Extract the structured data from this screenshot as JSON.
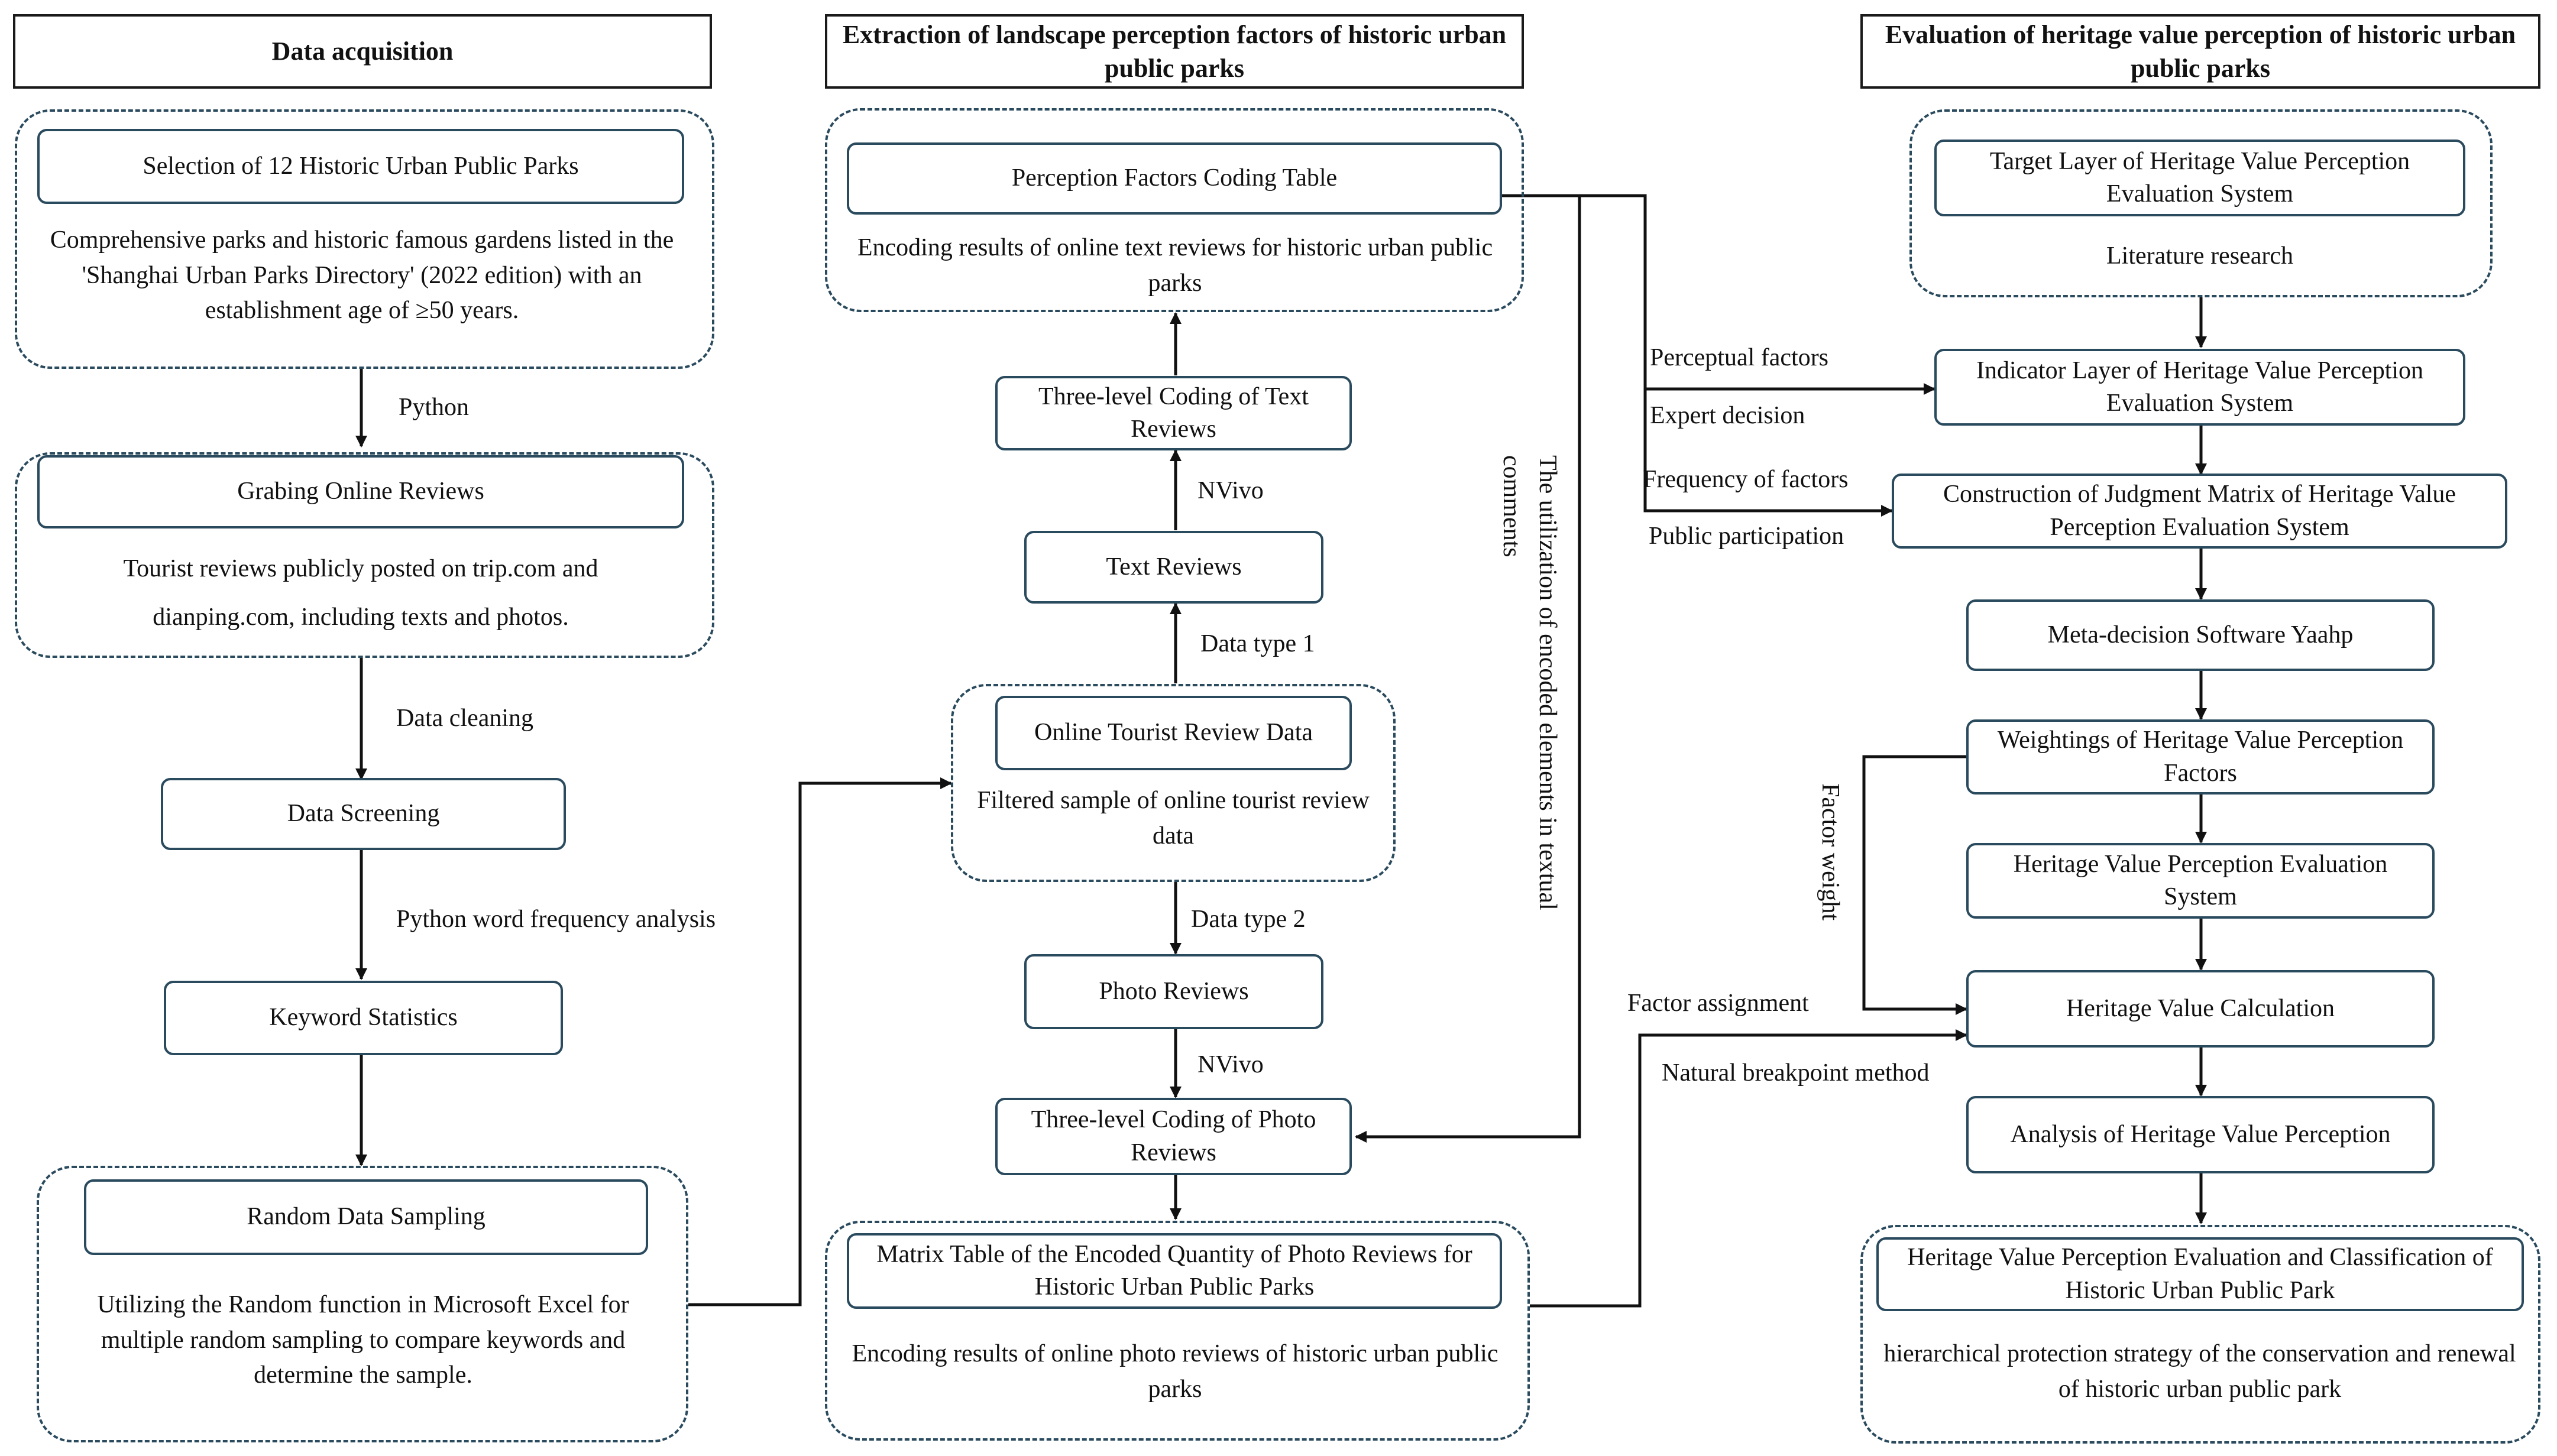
{
  "headers": {
    "col1": "Data acquisition",
    "col2": "Extraction of landscape perception factors of historic urban public parks",
    "col3": "Evaluation of heritage value perception of historic urban public parks"
  },
  "col1": {
    "selection": {
      "title": "Selection of 12 Historic Urban Public Parks",
      "desc": "Comprehensive parks and historic famous gardens listed in the 'Shanghai Urban Parks Directory' (2022 edition) with an establishment age of ≥50 years."
    },
    "grab": {
      "title": "Grabing Online Reviews",
      "desc": "Tourist reviews publicly posted on trip.com and dianping.com, including texts and photos."
    },
    "screening": "Data Screening",
    "keyword": "Keyword Statistics",
    "sampling": {
      "title": "Random Data Sampling",
      "desc": "Utilizing the Random function in Microsoft Excel for multiple random sampling to compare keywords and determine the sample."
    }
  },
  "col2": {
    "coding_table": {
      "title": "Perception Factors Coding Table",
      "desc": "Encoding results of online text reviews for historic urban public parks"
    },
    "text_coding": "Three-level Coding of Text Reviews",
    "text_reviews": "Text Reviews",
    "online_data": {
      "title": "Online Tourist Review Data",
      "desc": "Filtered sample of online tourist review data"
    },
    "photo_reviews": "Photo Reviews",
    "photo_coding": "Three-level Coding of Photo Reviews",
    "matrix": {
      "title": "Matrix Table of the Encoded Quantity of Photo Reviews for Historic Urban Public Parks",
      "desc": "Encoding results of online photo reviews of historic urban public parks"
    }
  },
  "col3": {
    "target": {
      "title": "Target Layer of Heritage Value Perception Evaluation System",
      "desc": "Literature research"
    },
    "indicator": "Indicator Layer of Heritage Value Perception Evaluation System",
    "judgment": "Construction of Judgment Matrix of Heritage Value Perception Evaluation System",
    "software": "Meta-decision Software Yaahp",
    "weightings": "Weightings of Heritage Value Perception Factors",
    "system": "Heritage Value Perception Evaluation System",
    "calculation": "Heritage Value Calculation",
    "analysis": "Analysis of Heritage Value Perception",
    "classification": {
      "title": "Heritage Value Perception Evaluation and Classification of Historic Urban Public Park",
      "desc": "hierarchical protection strategy of the conservation and renewal of historic urban public park"
    }
  },
  "labels": {
    "python": "Python",
    "data_cleaning": "Data cleaning",
    "python_wf": "Python word frequency analysis",
    "nvivo_text": "NVivo",
    "data_type_1": "Data type 1",
    "data_type_2": "Data type 2",
    "nvivo_photo": "NVivo",
    "utilization": "The utilization of encoded elements in textual comments",
    "perceptual_factors": "Perceptual factors",
    "expert_decision": "Expert decision",
    "frequency_factors": "Frequency of factors",
    "public_participation": "Public participation",
    "factor_weight": "Factor weight",
    "factor_assignment": "Factor assignment",
    "natural_breakpoint": "Natural breakpoint method"
  }
}
